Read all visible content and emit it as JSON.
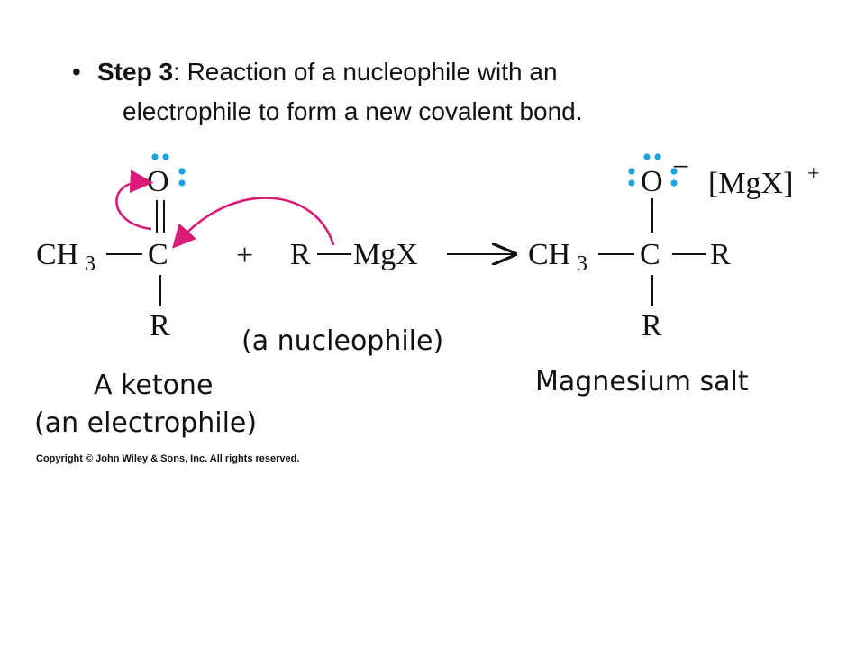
{
  "bullet": {
    "marker": "•",
    "step_label": "Step 3",
    "text_line1": ": Reaction of a nucleophile with an",
    "text_line2": "electrophile to form a new covalent bond."
  },
  "reactant": {
    "ch3_label": "CH",
    "ch3_sub": "3",
    "carbon_label": "C",
    "oxygen_label": "O",
    "r_label": "R"
  },
  "plus_sign": "+",
  "grignard": {
    "r_label": "R",
    "mgx_label": "MgX"
  },
  "product": {
    "ch3_label": "CH",
    "ch3_sub": "3",
    "carbon_label": "C",
    "oxygen_label": "O",
    "charge_label": "−",
    "r_right_label": "R",
    "r_bottom_label": "R",
    "counterion_label": "[MgX]",
    "counterion_charge": "+"
  },
  "captions": {
    "nucleophile": "(a nucleophile)",
    "ketone_line1": "A ketone",
    "ketone_line2": "(an electrophile)",
    "product": "Magnesium salt"
  },
  "copyright": "Copyright © John Wiley & Sons, Inc. All rights reserved.",
  "colors": {
    "lone_pair": "#1aa3e0",
    "curved_arrow": "#d81b74",
    "text": "#111111"
  }
}
